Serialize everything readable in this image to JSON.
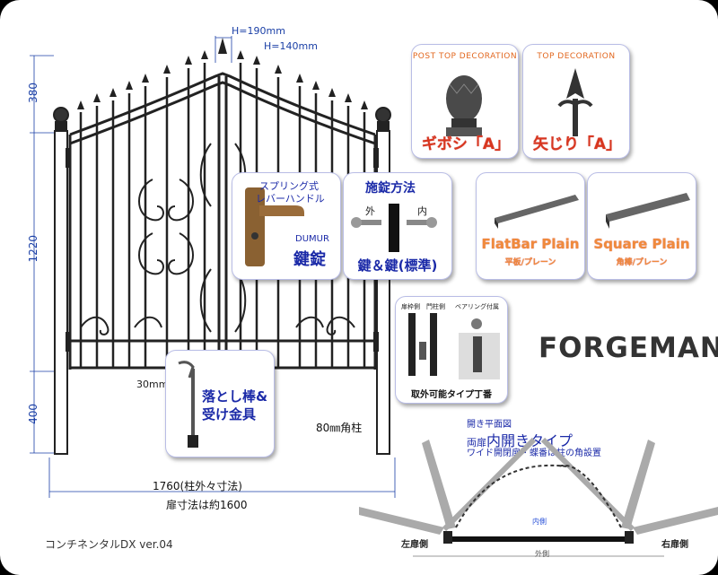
{
  "dimensions": {
    "gate_width_top": "H=190mm",
    "gate_width_sub": "H=140mm",
    "height_top": "380",
    "height_mid": "1220",
    "height_bottom": "400",
    "bar_gap": "30mm",
    "overall_width": "1760(柱外々寸法)",
    "door_width": "扉寸法は約1600",
    "post_size": "80㎜角柱"
  },
  "post_top_card": {
    "caption": "POST TOP DECORATION",
    "label": "ギボシ「A」"
  },
  "top_deco_card": {
    "caption": "TOP DECORATION",
    "label": "矢じり「A」"
  },
  "handle_card": {
    "line1": "スプリング式",
    "line2": "レバーハンドル",
    "brand": "DUMUR",
    "lock": "鍵錠"
  },
  "locking_card": {
    "title": "施錠方法",
    "outside": "外",
    "inside": "内",
    "method": "鍵＆鍵(標準)"
  },
  "flatbar_card": {
    "title": "FlatBar Plain",
    "sub": "平板/プレーン"
  },
  "square_card": {
    "title": "Square Plain",
    "sub": "角棒/プレーン"
  },
  "hinge_card": {
    "frame_label": "扉枠側",
    "post_label": "門柱側",
    "bearing_label": "ベアリング付属",
    "caption": "取外可能タイプ丁番"
  },
  "dropbolt_card": {
    "line1": "落とし棒&",
    "line2": "受け金具"
  },
  "brand": "FORGEMAN",
  "plan": {
    "title_small": "開き平面図",
    "title_prefix": "両扉",
    "title_main": "内開きタイプ",
    "subtitle": "ワイド開閉扉・蝶番は柱の角設置",
    "inside": "内側",
    "outside": "外側",
    "left_side": "左扉側",
    "right_side": "右扉側"
  },
  "model": "コンチネンタルDX ver.04",
  "colors": {
    "dimension": "#1a3fa6",
    "accent_orange": "#e2671f",
    "title_blue": "#1b2aa8",
    "iron": "#2b2b2b"
  }
}
